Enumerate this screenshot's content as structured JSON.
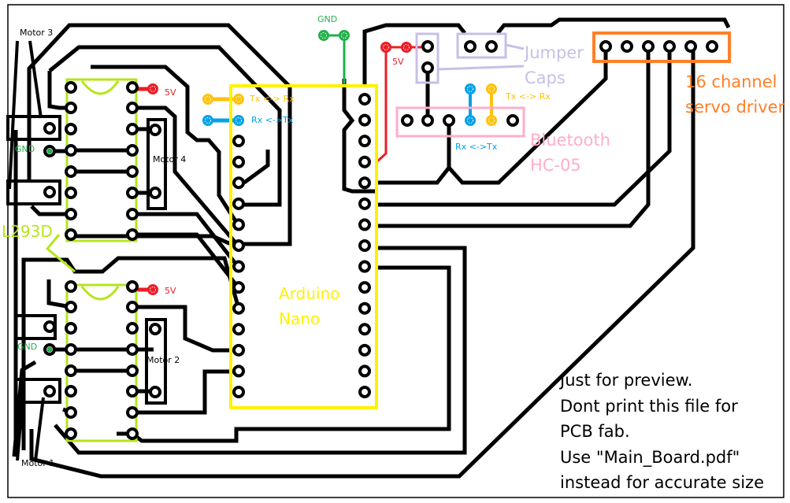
{
  "colors": {
    "trace": "#000000",
    "l293d": "#b5e51d",
    "arduino": "#fff200",
    "gnd": "#22b14c",
    "vcc": "#ed1c24",
    "tx": "#ffc20e",
    "rx": "#00a2e8",
    "jumper": "#c8bfe7",
    "bluetooth": "#ffaec9",
    "servo": "#ff7f27"
  },
  "labels": {
    "motor3": "Motor 3",
    "motor4": "Motor 4",
    "motor2": "Motor 2",
    "motor1": "Motor 1",
    "gnd_top_left": "GND",
    "gnd_bottom_left": "GND",
    "gnd_top": "GND",
    "v5_top_chip": "5V",
    "v5_bottom_chip": "5V",
    "v5_top": "5V",
    "l293d": "L293D",
    "tx_rx_nano": "Tx <-> Rx",
    "rx_tx_nano": "Rx <->Tx",
    "tx_rx_bt": "Tx <-> Rx",
    "rx_tx_bt": "Rx <->Tx",
    "arduino_line1": "Arduino",
    "arduino_line2": "Nano",
    "jumper_line1": "Jumper",
    "jumper_line2": "Caps",
    "bluetooth_line1": "Bluetooth",
    "bluetooth_line2": "HC-05",
    "servo_line1": "16 channel",
    "servo_line2": "servo driver"
  },
  "note": [
    "Just for preview.",
    "Dont print this file for",
    "PCB fab.",
    "Use \"Main_Board.pdf\"",
    "instead for accurate size"
  ]
}
